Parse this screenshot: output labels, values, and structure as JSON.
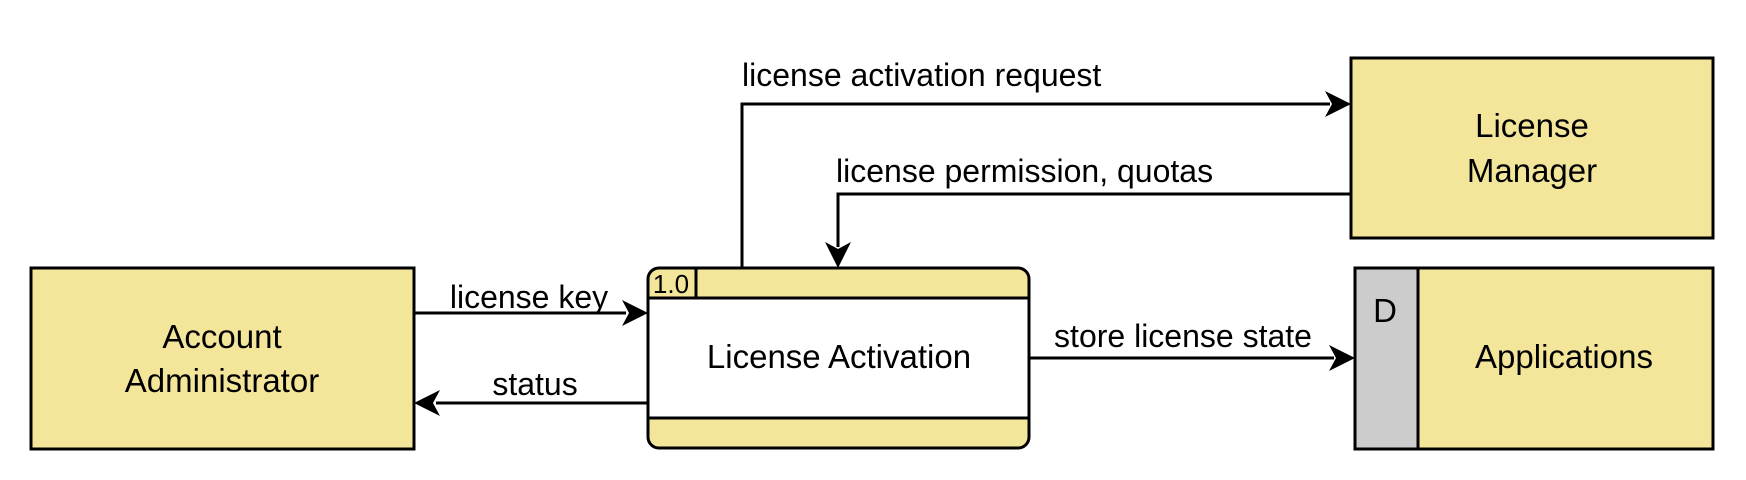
{
  "colors": {
    "entity_fill": "#f3e69a",
    "process_body_fill": "#ffffff",
    "datastore_id_fill": "#cccccc",
    "stroke": "#000000"
  },
  "entities": {
    "account_admin": {
      "line1": "Account",
      "line2": "Administrator"
    },
    "license_manager": {
      "line1": "License",
      "line2": "Manager"
    }
  },
  "process": {
    "id": "1.0",
    "label": "License Activation"
  },
  "datastore": {
    "id": "D",
    "label": "Applications"
  },
  "flows": {
    "license_key": "license key",
    "status": "status",
    "activation_request": "license activation request",
    "permission_quotas": "license permission, quotas",
    "store_state": "store license state"
  }
}
